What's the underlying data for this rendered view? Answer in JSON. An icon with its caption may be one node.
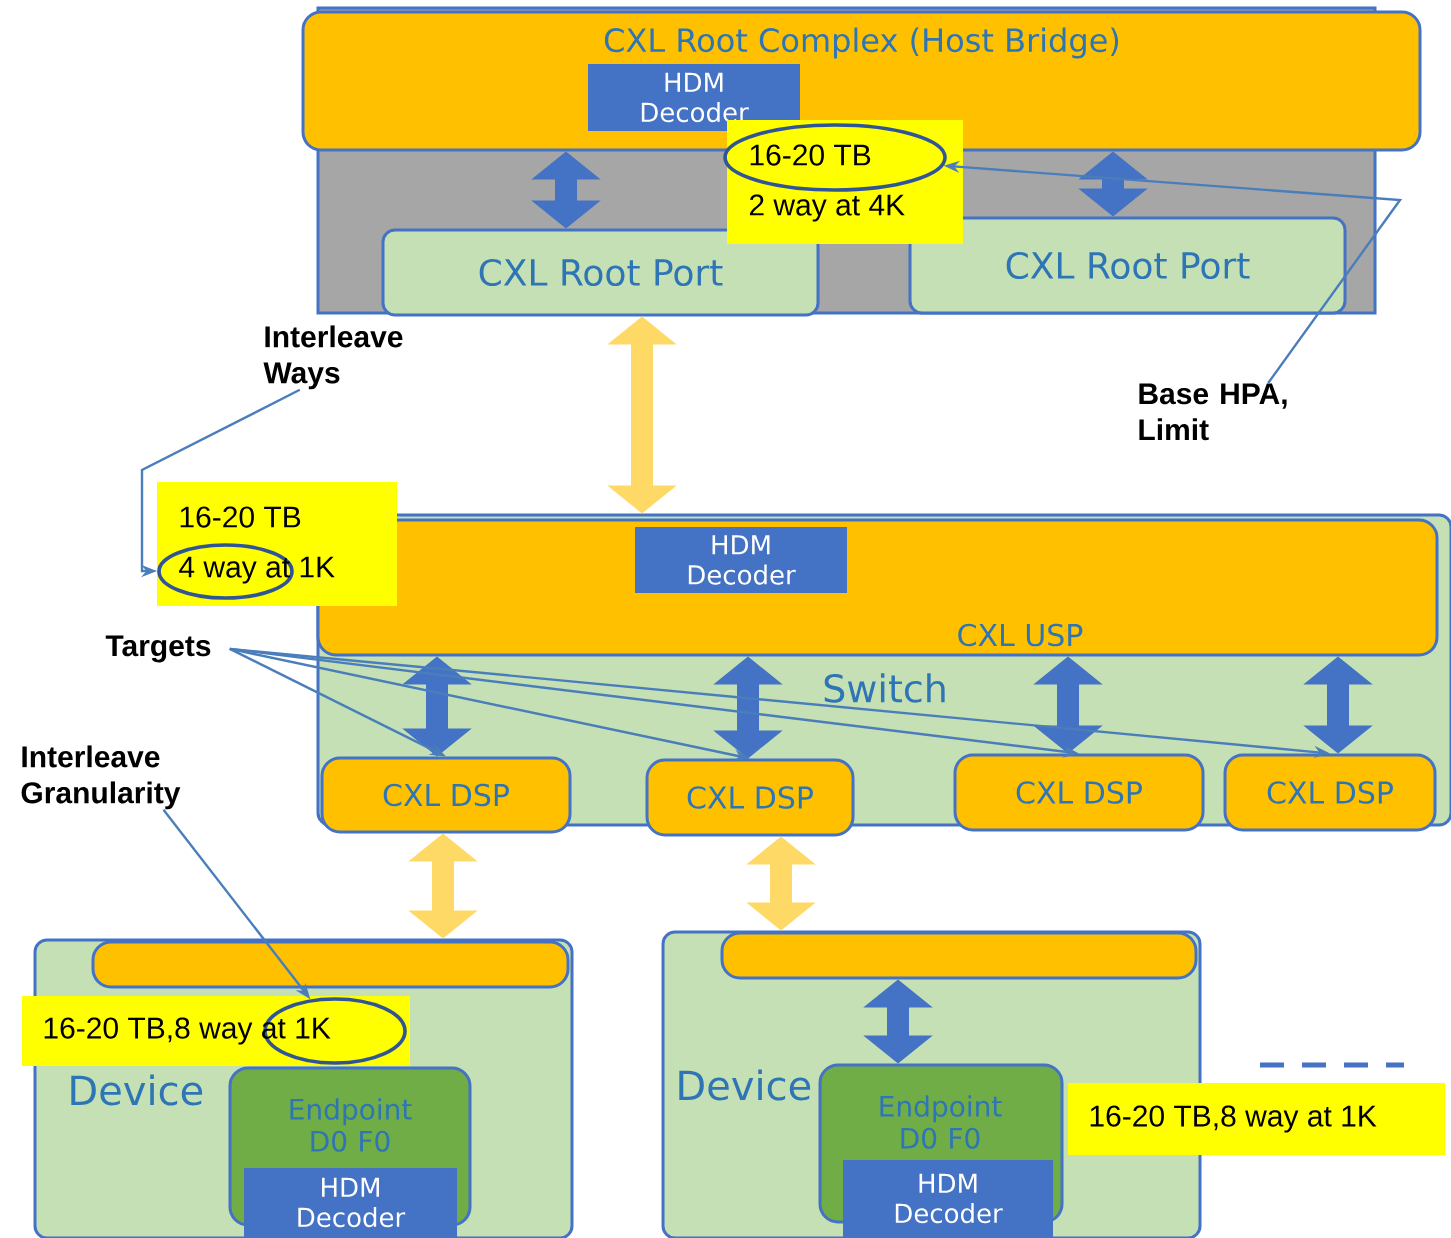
{
  "diagram": {
    "nodes": [
      {
        "text": [],
        "shape": "box"
      },
      {
        "text": [
          "CXL Root Complex (Host Bridge)"
        ]
      },
      {
        "text": [
          "HDM Decoder"
        ],
        "in": 1
      },
      {
        "text": [
          "CXL Root Port"
        ],
        "in": 0
      },
      {
        "text": [
          "CXL Root Port"
        ],
        "in": 0
      },
      {
        "text": [
          "16-20 TB",
          "2 way at 4K"
        ],
        "in": 0
      },
      {
        "text": [
          "Base HPA, Limit"
        ]
      },
      {
        "text": [
          "Interleave Ways"
        ]
      },
      {
        "text": [
          "Switch"
        ]
      },
      {
        "text": [
          "CXL USP"
        ],
        "in": 8
      },
      {
        "text": [
          "HDM Decoder"
        ],
        "in": 9
      },
      {
        "text": [
          "16-20 TB",
          "4 way at 1K"
        ]
      },
      {
        "text": [
          "Targets"
        ]
      },
      {
        "text": [
          "CXL DSP"
        ],
        "in": 8
      },
      {
        "text": [
          "CXL DSP"
        ],
        "in": 8
      },
      {
        "text": [
          "CXL DSP"
        ],
        "in": 8
      },
      {
        "text": [
          "CXL DSP"
        ],
        "in": 8
      },
      {
        "text": [
          "Device"
        ]
      },
      {
        "text": [],
        "shape": "bar",
        "in": 17
      },
      {
        "text": [
          "16-20 TB,8 way at 1K"
        ],
        "in": 17
      },
      {
        "text": [
          "Endpoint D0 F0"
        ],
        "in": 17
      },
      {
        "text": [
          "HDM Decoder"
        ],
        "in": 17
      },
      {
        "text": [
          "Interleave Granularity"
        ]
      },
      {
        "text": [
          "Device"
        ]
      },
      {
        "text": [],
        "shape": "bar",
        "in": 23
      },
      {
        "text": [
          "Endpoint D0 F0"
        ],
        "in": 23
      },
      {
        "text": [
          "HDM Decoder"
        ],
        "in": 23
      },
      {
        "text": [
          "16-20 TB,8 way at 1K"
        ]
      }
    ],
    "edges": [
      {
        "from": 1,
        "to": 3,
        "arrow": "both",
        "color": "#4472c4"
      },
      {
        "from": 1,
        "to": 4,
        "arrow": "both",
        "color": "#4472c4"
      },
      {
        "from": 3,
        "to": 8,
        "arrow": "both",
        "color": "#ffd966"
      },
      {
        "from": 9,
        "to": 13,
        "arrow": "both",
        "color": "#4472c4"
      },
      {
        "from": 9,
        "to": 14,
        "arrow": "both",
        "color": "#4472c4"
      },
      {
        "from": 9,
        "to": 15,
        "arrow": "both",
        "color": "#4472c4"
      },
      {
        "from": 9,
        "to": 16,
        "arrow": "both",
        "color": "#4472c4"
      },
      {
        "from": 13,
        "to": 17,
        "arrow": "both",
        "color": "#ffd966"
      },
      {
        "from": 14,
        "to": 23,
        "arrow": "both",
        "color": "#ffd966"
      },
      {
        "from": 24,
        "to": 25,
        "arrow": "both",
        "color": "#4472c4"
      },
      {
        "from": 6,
        "to": 5,
        "arrow": "to",
        "color": "#4a7ebb"
      },
      {
        "from": 7,
        "to": 11,
        "arrow": "to",
        "color": "#4a7ebb"
      },
      {
        "from": 12,
        "to": 13,
        "arrow": "to",
        "color": "#4a7ebb"
      },
      {
        "from": 12,
        "to": 14,
        "arrow": "to",
        "color": "#4a7ebb"
      },
      {
        "from": 12,
        "to": 15,
        "arrow": "to",
        "color": "#4a7ebb"
      },
      {
        "from": 12,
        "to": 16,
        "arrow": "to",
        "color": "#4a7ebb"
      },
      {
        "from": 22,
        "to": 19,
        "arrow": "to",
        "color": "#4a7ebb"
      }
    ]
  }
}
